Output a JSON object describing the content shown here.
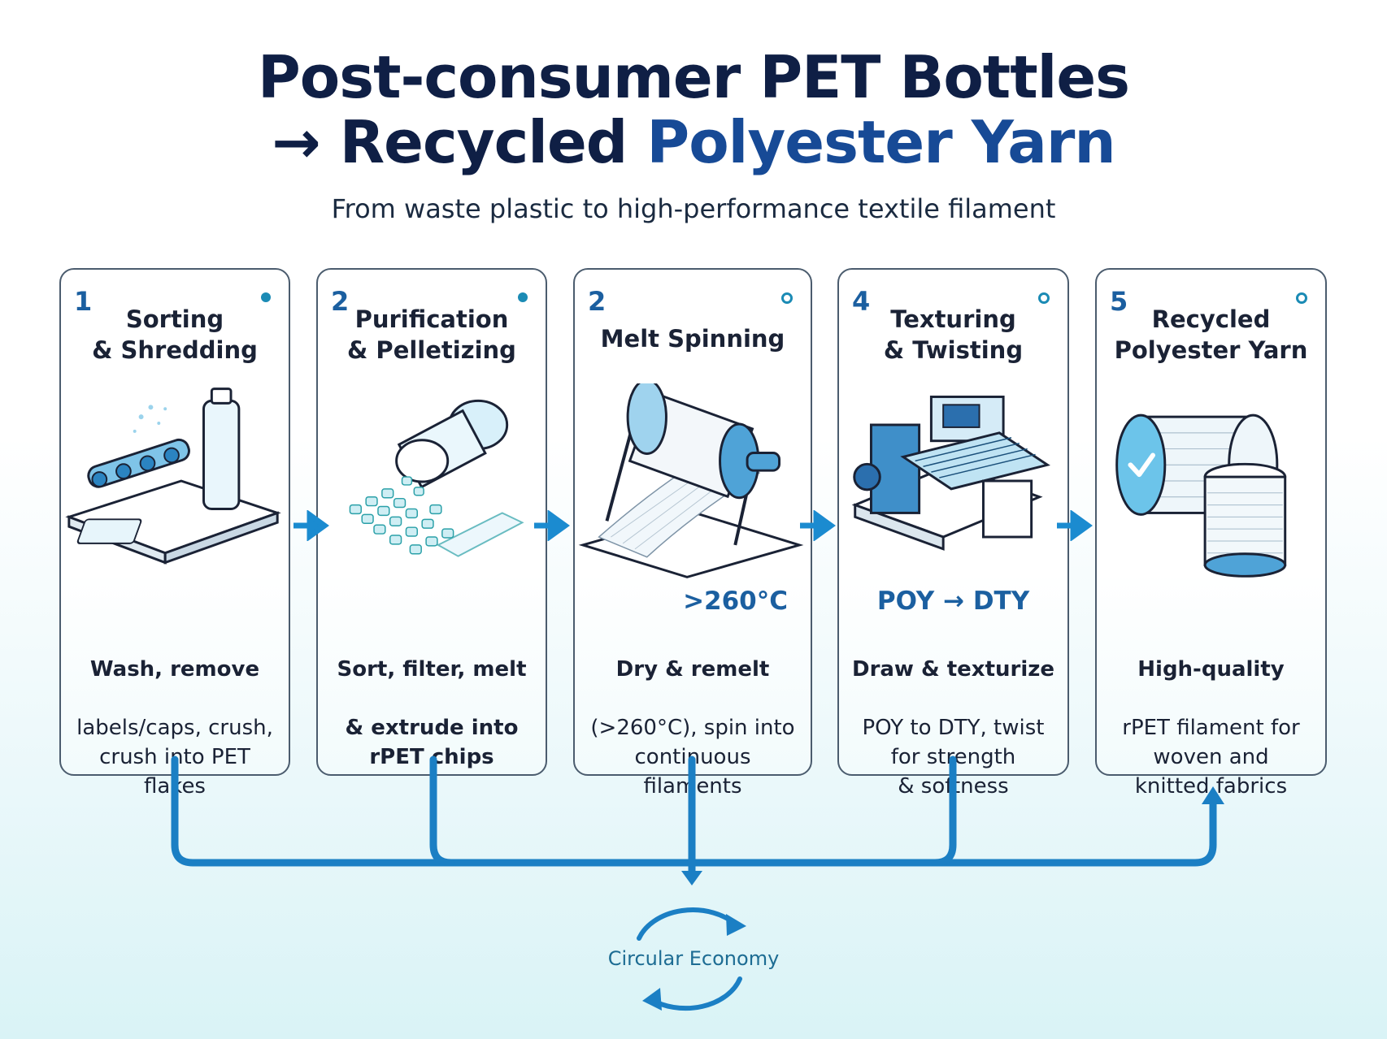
{
  "title": {
    "line1": "Post-consumer PET Bottles",
    "arrow": "→",
    "line2a": "Recycled",
    "line2b": "Polyester Yarn"
  },
  "subtitle": "From waste plastic to high-performance textile filament",
  "steps": [
    {
      "number": "1",
      "title": "Sorting\n& Shredding",
      "tag": "",
      "desc_lead": "Wash, remove",
      "desc_rest": "labels/caps, crush,\ncrush into PET flakes",
      "icon": "shredder-bottle-icon"
    },
    {
      "number": "2",
      "title": "Purification\n& Pelletizing",
      "tag": "",
      "desc_lead": "Sort, filter, melt",
      "desc_rest": "& extrude into\nrPET chips",
      "icon": "pellets-icon"
    },
    {
      "number": "2",
      "title": "Melt Spinning",
      "tag": ">260°C",
      "desc_lead": "Dry & remelt",
      "desc_rest": "(>260°C), spin into\ncontinuous filaments",
      "icon": "spinning-spool-icon"
    },
    {
      "number": "4",
      "title": "Texturing\n& Twisting",
      "tag": "POY → DTY",
      "desc_lead": "Draw & texturize",
      "desc_rest": "POY to DTY, twist\nfor strength\n& softness",
      "icon": "texturing-machine-icon"
    },
    {
      "number": "5",
      "title": "Recycled\nPolyester Yarn",
      "tag": "",
      "desc_lead": "High-quality",
      "desc_rest": "rPET filament for\nwoven and\nknitted fabrics",
      "icon": "yarn-spools-icon"
    }
  ],
  "circular_label": "Circular Economy",
  "colors": {
    "accent": "#1b8bd0",
    "navy": "#0f1f45",
    "label": "#1b5fa0"
  }
}
